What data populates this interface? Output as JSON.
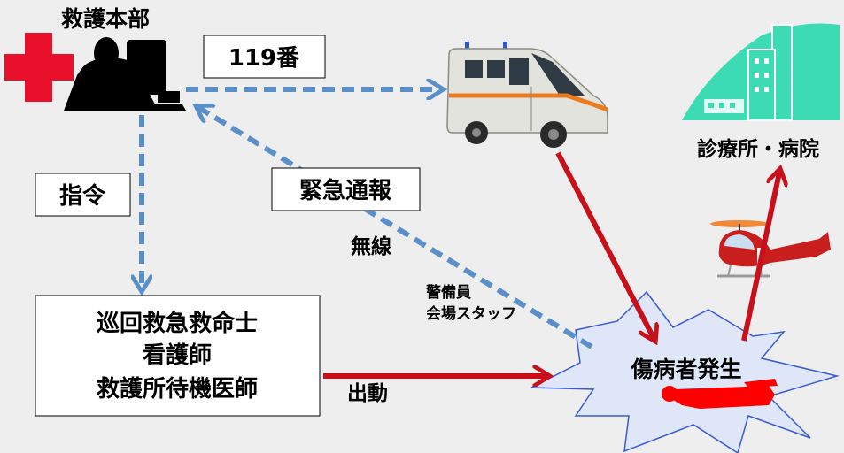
{
  "labels": {
    "hq": "救護本部",
    "call_119": "119番",
    "command": "指令",
    "emergency_report": "緊急通報",
    "radio": "無線",
    "security_line1": "警備員",
    "security_line2": "会場スタッフ",
    "responders_line1": "巡回救急救命士",
    "responders_line2": "看護師",
    "responders_line3": "救護所待機医師",
    "dispatch": "出動",
    "incident": "傷病者発生",
    "hospital": "診療所・病院"
  },
  "icons": [
    "red-cross-icon",
    "operator-icon",
    "ambulance-icon",
    "hospital-icon",
    "helicopter-icon",
    "casualty-icon"
  ],
  "colors": {
    "background": "#eeeeee",
    "red_cross": "#e8102a",
    "dashed_arrow": "#5b8fc9",
    "solid_arrow": "#c8101a",
    "hospital": "#3ddbb3",
    "burst_fill": "#dfe6f7",
    "burst_stroke": "#3a5bd0",
    "casualty": "#ff0000",
    "helicopter": "#c81e1e"
  }
}
